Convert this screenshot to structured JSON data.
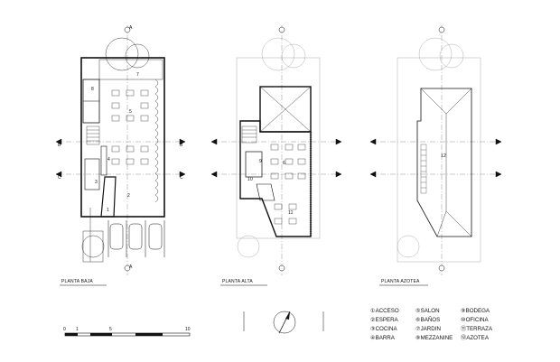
{
  "plans": {
    "ground": {
      "title": "PLANTA BAJA"
    },
    "upper": {
      "title": "PLANTA ALTA"
    },
    "roof": {
      "title": "PLANTA AZOTEA"
    }
  },
  "section_marks": {
    "a": "A",
    "b": "B",
    "c": "C"
  },
  "room_numbers": {
    "n1": "1",
    "n2": "2",
    "n3": "3",
    "n4": "4",
    "n5": "5",
    "n6": "6",
    "n7": "7",
    "n8": "8",
    "n9": "9",
    "n10": "10",
    "n11": "11",
    "n12": "12"
  },
  "legend": [
    {
      "num": "①",
      "label": "ACCESO"
    },
    {
      "num": "⑤",
      "label": "SALON"
    },
    {
      "num": "⑨",
      "label": "BODEGA"
    },
    {
      "num": "②",
      "label": "ESPERA"
    },
    {
      "num": "⑥",
      "label": "BAÑOS"
    },
    {
      "num": "⑩",
      "label": "OFICINA"
    },
    {
      "num": "③",
      "label": "COCINA"
    },
    {
      "num": "⑦",
      "label": "JARDIN"
    },
    {
      "num": "⑪",
      "label": "TERRAZA"
    },
    {
      "num": "④",
      "label": "BARRA"
    },
    {
      "num": "⑧",
      "label": "MEZZANINE"
    },
    {
      "num": "⑫",
      "label": "AZOTEA"
    }
  ],
  "scale_bar": {
    "zero": "0",
    "one": "1",
    "five": "5",
    "ten": "10"
  },
  "colors": {
    "ink": "#111111",
    "light": "#9a9a9a",
    "hatch": "#555555"
  }
}
